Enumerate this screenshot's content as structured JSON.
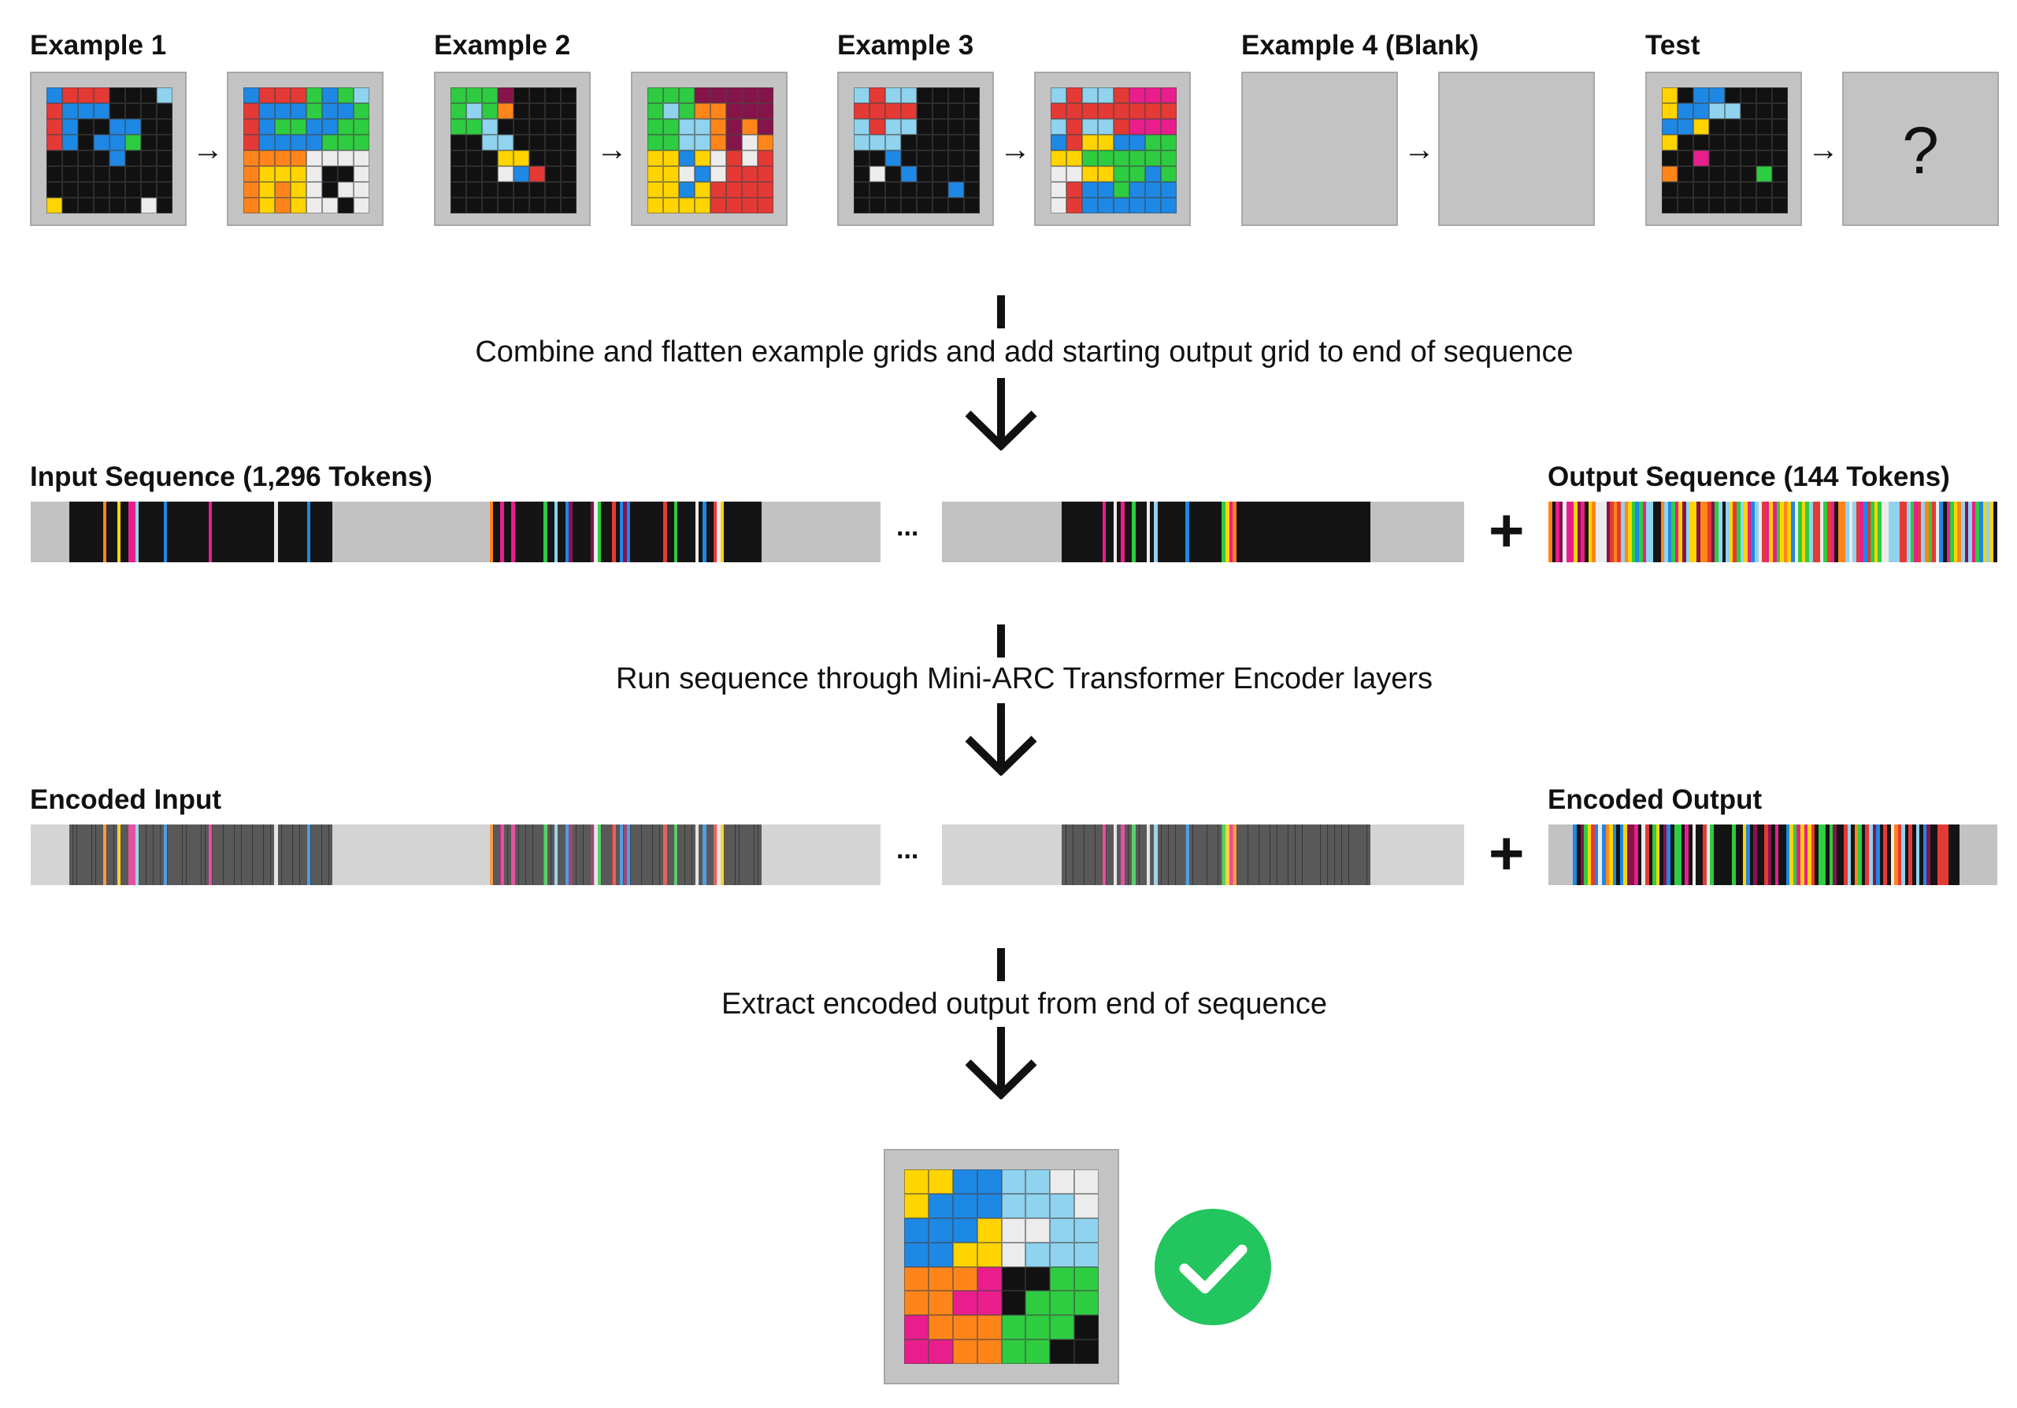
{
  "colors": {
    "background": "#111111",
    "panel": "#c3c3c3",
    "blue": "#1e88e5",
    "red": "#e53935",
    "light_blue": "#8fd3ee",
    "green": "#2ecc40",
    "yellow": "#ffd400",
    "orange": "#ff851b",
    "maroon": "#85144b",
    "pink": "#e91e8c",
    "white": "#ececec",
    "success": "#22c55e"
  },
  "examples": [
    {
      "label": "Example 1"
    },
    {
      "label": "Example 2"
    },
    {
      "label": "Example 3"
    },
    {
      "label": "Example 4 (Blank)"
    },
    {
      "label": "Test",
      "output_placeholder": "?"
    }
  ],
  "arrow_glyph": "→",
  "steps": {
    "combine": "Combine and flatten example grids and add starting output grid to end of sequence",
    "run": "Run sequence through Mini-ARC Transformer Encoder layers",
    "extract": "Extract encoded output from end of sequence"
  },
  "sequences": {
    "input_label": "Input Sequence (1,296 Tokens)",
    "output_label": "Output Sequence (144 Tokens)",
    "encoded_input_label": "Encoded Input",
    "encoded_output_label": "Encoded Output",
    "ellipsis": "...",
    "plus": "+"
  },
  "result": {
    "check_icon": "check-circle-icon"
  }
}
